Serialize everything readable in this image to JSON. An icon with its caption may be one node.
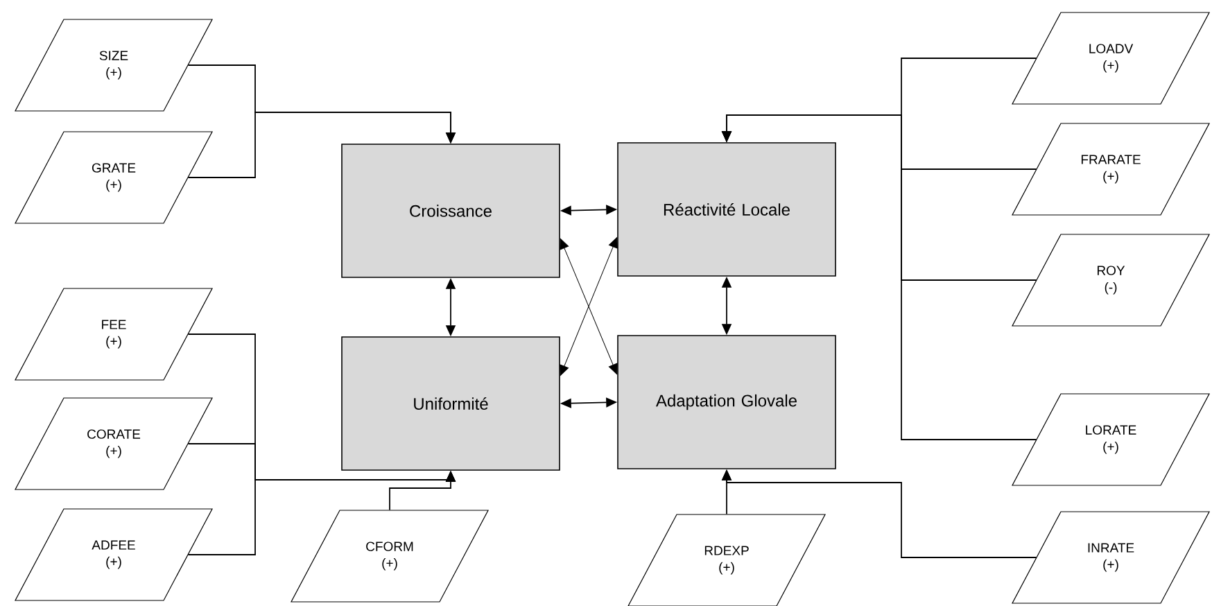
{
  "diagram": {
    "nodes": [
      {
        "text": [
          "SIZE",
          "(+)"
        ]
      },
      {
        "text": [
          "GRATE",
          "(+)"
        ]
      },
      {
        "text": [
          "Croissance"
        ]
      },
      {
        "text": [
          "Réactivité Locale"
        ]
      },
      {
        "text": [
          "LOADV",
          "(+)"
        ]
      },
      {
        "text": [
          "FRARATE",
          "(+)"
        ]
      },
      {
        "text": [
          "ROY",
          "(-)"
        ]
      },
      {
        "text": [
          "FEE",
          "(+)"
        ]
      },
      {
        "text": [
          "Uniformité"
        ]
      },
      {
        "text": [
          "Adaptation Glovale"
        ]
      },
      {
        "text": [
          "CORATE",
          "(+)"
        ]
      },
      {
        "text": [
          "LORATE",
          "(+)"
        ]
      },
      {
        "text": [
          "ADFEE",
          "(+)"
        ]
      },
      {
        "text": [
          "CFORM",
          "(+)"
        ]
      },
      {
        "text": [
          "RDEXP",
          "(+)"
        ]
      },
      {
        "text": [
          "INRATE",
          "(+)"
        ]
      }
    ],
    "edges": [
      {
        "from": 0,
        "to": 2,
        "arrow": "to"
      },
      {
        "from": 1,
        "to": 2,
        "arrow": "to"
      },
      {
        "from": 2,
        "to": 3,
        "arrow": "both"
      },
      {
        "from": 4,
        "to": 3,
        "arrow": "to"
      },
      {
        "from": 5,
        "to": 3,
        "arrow": "to"
      },
      {
        "from": 6,
        "to": 3,
        "arrow": "to"
      },
      {
        "from": 11,
        "to": 3,
        "arrow": "to"
      },
      {
        "from": 2,
        "to": 8,
        "arrow": "both"
      },
      {
        "from": 3,
        "to": 9,
        "arrow": "both"
      },
      {
        "from": 2,
        "to": 9,
        "arrow": "both"
      },
      {
        "from": 3,
        "to": 8,
        "arrow": "both"
      },
      {
        "from": 8,
        "to": 9,
        "arrow": "both"
      },
      {
        "from": 7,
        "to": 8,
        "arrow": "to"
      },
      {
        "from": 10,
        "to": 8,
        "arrow": "to"
      },
      {
        "from": 12,
        "to": 8,
        "arrow": "to"
      },
      {
        "from": 13,
        "to": 8,
        "arrow": "to"
      },
      {
        "from": 14,
        "to": 9,
        "arrow": "to"
      },
      {
        "from": 15,
        "to": 9,
        "arrow": "to"
      }
    ]
  }
}
